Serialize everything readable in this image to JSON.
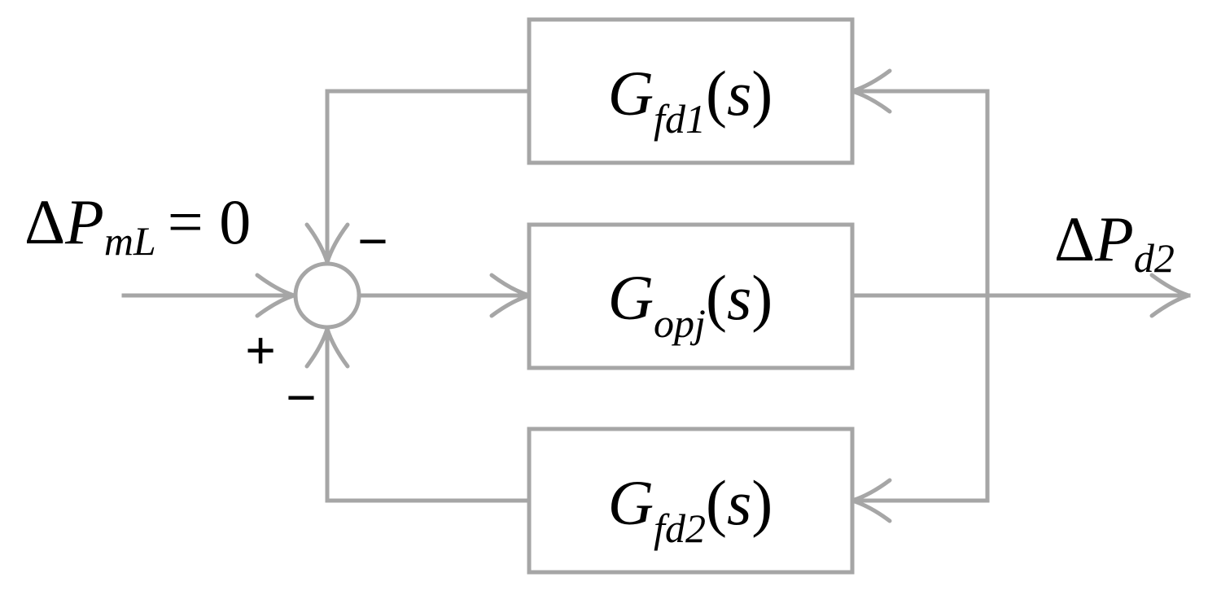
{
  "input": {
    "delta": "Δ",
    "symbol": "P",
    "subscript": "mL",
    "equals": "= 0"
  },
  "output": {
    "delta": "Δ",
    "symbol": "P",
    "subscript": "d2"
  },
  "blocks": [
    {
      "symbol": "G",
      "subscript": "fd1",
      "arg_open": "(",
      "arg": "s",
      "arg_close": ")"
    },
    {
      "symbol": "G",
      "subscript": "opj",
      "arg_open": "(",
      "arg": "s",
      "arg_close": ")"
    },
    {
      "symbol": "G",
      "subscript": "fd2",
      "arg_open": "(",
      "arg": "s",
      "arg_close": ")"
    }
  ],
  "summing_junction": {
    "top_sign": "−",
    "left_sign": "+",
    "bottom_sign": "−"
  },
  "colors": {
    "lines": "#a6a6a6",
    "text": "#000000",
    "background": "#ffffff"
  }
}
